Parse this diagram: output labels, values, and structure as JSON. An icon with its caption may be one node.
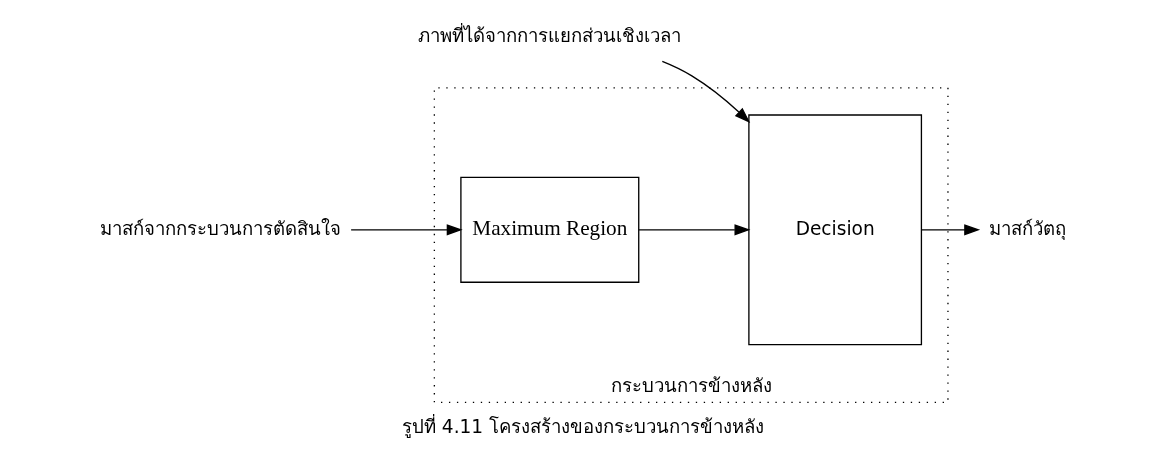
{
  "diagram": {
    "caption": "รูปที่ 4.11 โครงสร้างของกระบวนการข้างหลัง",
    "nodes": [
      {
        "text": [
          "กระบวนการข้างหลัง"
        ]
      },
      {
        "text": [
          "Maximum Region"
        ],
        "in": 0
      },
      {
        "text": [
          "Decision"
        ],
        "in": 0
      },
      {
        "text": [
          "มาสก์จากกระบวนการตัดสินใจ"
        ]
      },
      {
        "text": [
          "ภาพที่ได้จากการแยกส่วนเชิงเวลา"
        ]
      },
      {
        "text": [
          "มาสก์วัตถุ"
        ]
      }
    ],
    "edges": [
      {
        "from": 3,
        "to": 1,
        "arrow": "to"
      },
      {
        "from": 1,
        "to": 2,
        "arrow": "to"
      },
      {
        "from": 4,
        "to": 2,
        "arrow": "to"
      },
      {
        "from": 2,
        "to": 5,
        "arrow": "to"
      }
    ]
  }
}
